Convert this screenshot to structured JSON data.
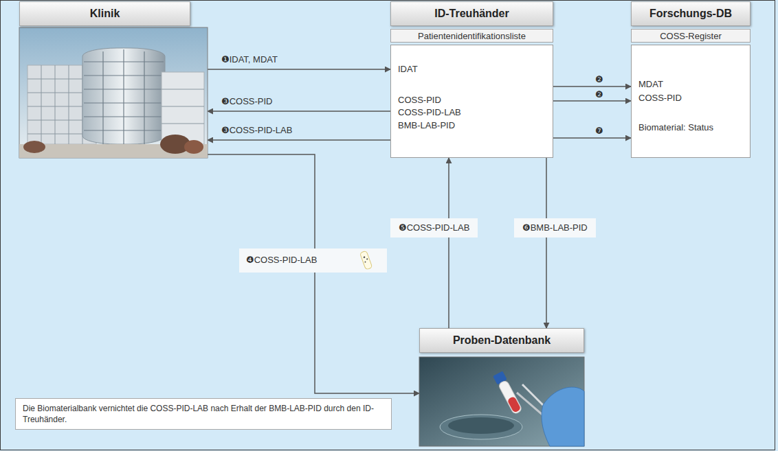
{
  "diagram": {
    "nodes": [
      {
        "text": [
          "Klinik"
        ]
      },
      {
        "text": [
          "ID-Treuhänder",
          "Patientenidentifikationsliste"
        ]
      },
      {
        "text": [
          "IDAT",
          "COSS-PID",
          "COSS-PID-LAB",
          "BMB-LAB-PID"
        ],
        "in": 1
      },
      {
        "text": [
          "Forschungs-DB",
          "COSS-Register"
        ]
      },
      {
        "text": [
          "MDAT",
          "COSS-PID",
          "Biomaterial: Status"
        ],
        "in": 3
      },
      {
        "text": [
          "Proben-Datenbank"
        ]
      },
      {
        "text": [
          "Die Biomaterialbank vernichtet die COSS-PID-LAB nach Erhalt der BMB-LAB-PID durch den ID-Treuhänder."
        ]
      }
    ],
    "edges": [
      {
        "from": 0,
        "to": 2,
        "label": "❶IDAT, MDAT",
        "arrow": "to"
      },
      {
        "from": 2,
        "to": 0,
        "label": "❸COSS-PID",
        "arrow": "to"
      },
      {
        "from": 2,
        "to": 0,
        "label": "❸COSS-PID-LAB",
        "arrow": "to"
      },
      {
        "from": 2,
        "to": 4,
        "label": "❷",
        "arrow": "to"
      },
      {
        "from": 2,
        "to": 4,
        "label": "❷",
        "arrow": "to"
      },
      {
        "from": 2,
        "to": 4,
        "label": "❼",
        "arrow": "to"
      },
      {
        "from": 0,
        "to": 5,
        "label": "❹COSS-PID-LAB",
        "arrow": "to"
      },
      {
        "from": 5,
        "to": 2,
        "label": "❺COSS-PID-LAB",
        "arrow": "to"
      },
      {
        "from": 2,
        "to": 5,
        "label": "❻BMB-LAB-PID",
        "arrow": "to"
      }
    ]
  }
}
